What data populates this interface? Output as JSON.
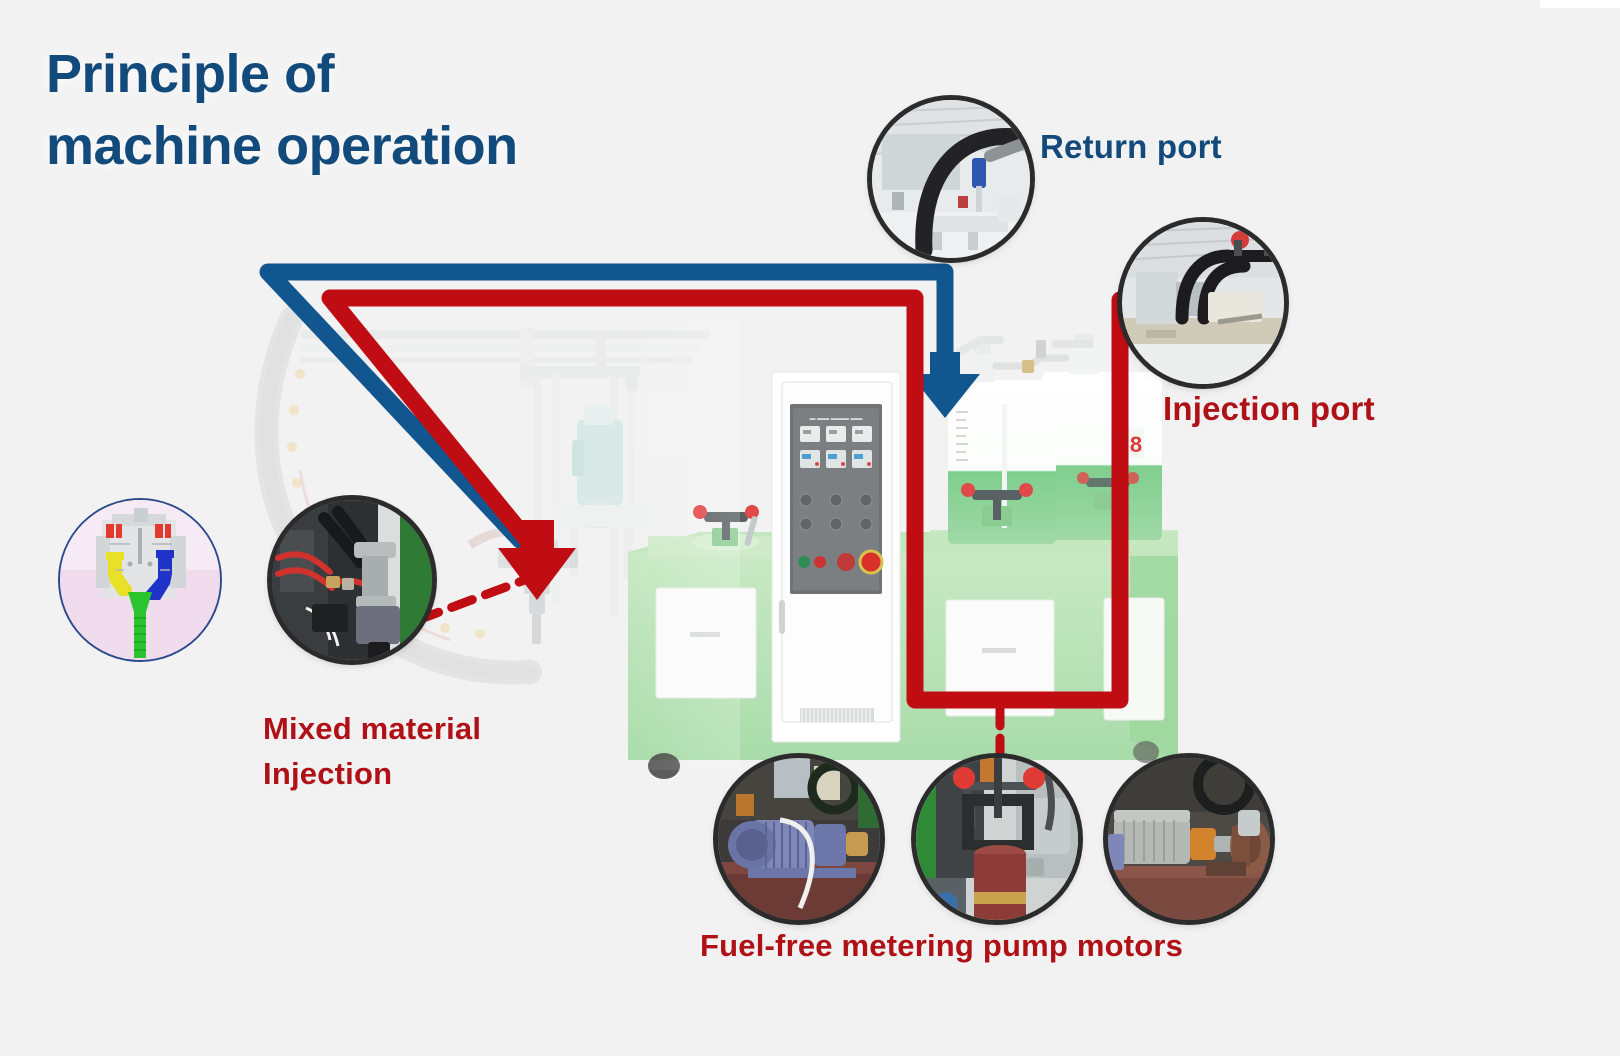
{
  "title": "Principle of\nmachine operation",
  "labels": {
    "return_port": "Return port",
    "injection_port": "Injection port",
    "mixed_material": "Mixed material\nInjection",
    "pump_motors": "Fuel-free metering pump motors"
  },
  "colors": {
    "title_blue": "#134a7c",
    "label_red": "#b01116",
    "flow_blue": "#12568f",
    "flow_red": "#c00d13",
    "machine_green": "#b9e2b4",
    "background": "#f2f2f2"
  },
  "callouts": [
    {
      "name": "return-port",
      "label": "Return port",
      "color": "#134a7c",
      "photo": "black-hose-return-line-photo"
    },
    {
      "name": "injection-port",
      "label": "Injection port",
      "color": "#b01116",
      "photo": "black-injection-valve-photo"
    },
    {
      "name": "mixed-material-injection",
      "label": "Mixed material\nInjection",
      "color": "#b01116",
      "photo": "mixing-head-closeup-photo"
    },
    {
      "name": "fuel-free-metering-pump-motors",
      "label": "Fuel-free metering pump motors",
      "color": "#b01116",
      "photo": "pump-motor-photos"
    }
  ],
  "photos": {
    "return": "return-port-hose-photo",
    "injection": "injection-port-valve-photo",
    "mixed": "mixing-head-injector-photo",
    "pump1": "blue-electric-motor-photo",
    "pump2": "maroon-metering-pump-photo",
    "pump3": "motor-coupling-photo",
    "schematic": "mixing-head-cross-section-diagram"
  },
  "flows": [
    {
      "name": "return-flow",
      "color": "#12568f",
      "from": "mixing-head",
      "to": "tank",
      "style": "solid-arrow"
    },
    {
      "name": "injection-flow",
      "color": "#c00d13",
      "from": "tank",
      "to": "mixing-head",
      "style": "solid-arrow"
    },
    {
      "name": "mixed-material-branch",
      "color": "#c00d13",
      "style": "dashed"
    },
    {
      "name": "pump-branch",
      "color": "#c00d13",
      "style": "dashed"
    }
  ],
  "machine": {
    "name": "polyurethane-foaming-machine",
    "control_panel": "control-cabinet",
    "tanks": 2,
    "gantry": "overhead-robot-arm"
  }
}
